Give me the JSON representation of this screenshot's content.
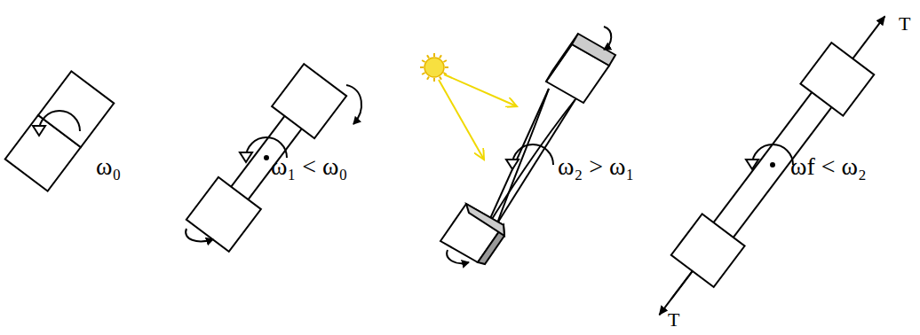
{
  "diagram": {
    "labels": [
      "ω₀",
      "ω₁ < ω₀",
      "ω₂ > ω₁",
      "ωf < ω₂",
      "T",
      "T"
    ]
  }
}
